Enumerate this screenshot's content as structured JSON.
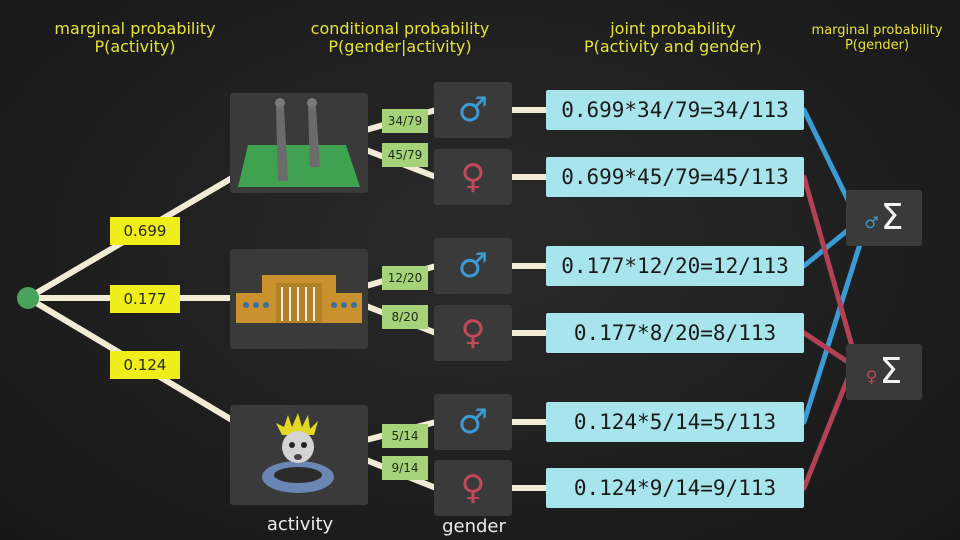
{
  "headers": {
    "marginal_activity": {
      "line1": "marginal probability",
      "line2": "P(activity)"
    },
    "conditional": {
      "line1": "conditional probability",
      "line2": "P(gender|activity)"
    },
    "joint": {
      "line1": "joint probability",
      "line2": "P(activity and gender)"
    },
    "marginal_gender": {
      "line1": "marginal probability",
      "line2": "P(gender)"
    }
  },
  "activity_probs": [
    "0.699",
    "0.177",
    "0.124"
  ],
  "conditional_labels": [
    "34/79",
    "45/79",
    "12/20",
    "8/20",
    "5/14",
    "9/14"
  ],
  "gender_symbols": {
    "male": "♂",
    "female": "♀"
  },
  "sum_symbol": "Σ",
  "joint_values": [
    "0.699*34/79=34/113",
    "0.699*45/79=45/113",
    "0.177*12/20=12/113",
    "0.177*8/20=8/113",
    "0.124*5/14=5/113",
    "0.124*9/14=9/113"
  ],
  "footer": {
    "activity": "activity",
    "gender": "gender"
  },
  "colors": {
    "tree_line": "#f2ecd6",
    "male": "#3d9bd4",
    "female": "#c2485a",
    "accent_yellow": "#f0ee1a",
    "node_green": "#4aa35c"
  },
  "icons": [
    "yoga-mat-legs-icon",
    "building-icon",
    "swimmer-icon",
    "male-symbol-icon",
    "female-symbol-icon",
    "sigma-icon"
  ]
}
